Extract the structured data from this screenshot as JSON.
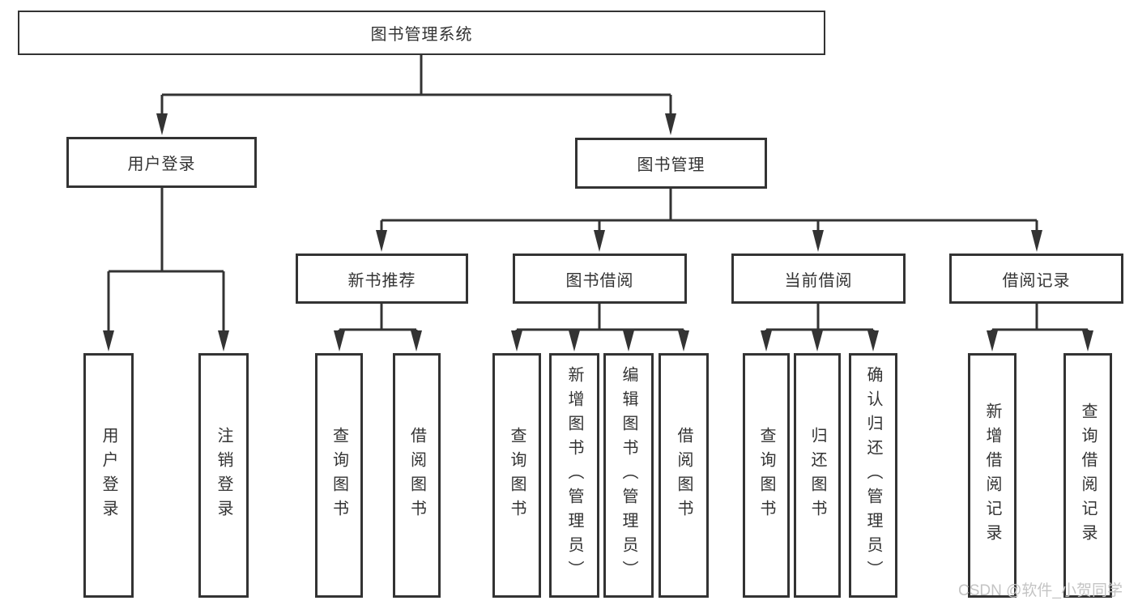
{
  "diagram": {
    "root": {
      "label": "图书管理系统"
    },
    "branches": [
      {
        "label": "用户登录",
        "children": [
          {
            "label": "用户登录"
          },
          {
            "label": "注销登录"
          }
        ]
      },
      {
        "label": "图书管理",
        "children": [
          {
            "label": "新书推荐",
            "children": [
              {
                "label": "查询图书"
              },
              {
                "label": "借阅图书"
              }
            ]
          },
          {
            "label": "图书借阅",
            "children": [
              {
                "label": "查询图书"
              },
              {
                "label": "新增图书（管理员）"
              },
              {
                "label": "编辑图书（管理员）"
              },
              {
                "label": "借阅图书"
              }
            ]
          },
          {
            "label": "当前借阅",
            "children": [
              {
                "label": "查询图书"
              },
              {
                "label": "归还图书"
              },
              {
                "label": "确认归还（管理员）"
              }
            ]
          },
          {
            "label": "借阅记录",
            "children": [
              {
                "label": "新增借阅记录"
              },
              {
                "label": "查询借阅记录"
              }
            ]
          }
        ]
      }
    ]
  },
  "watermark": "CSDN @软件_小贺同学",
  "colors": {
    "line": "#333333",
    "text": "#333333",
    "watermark": "#c4c4c4",
    "background": "#ffffff"
  }
}
